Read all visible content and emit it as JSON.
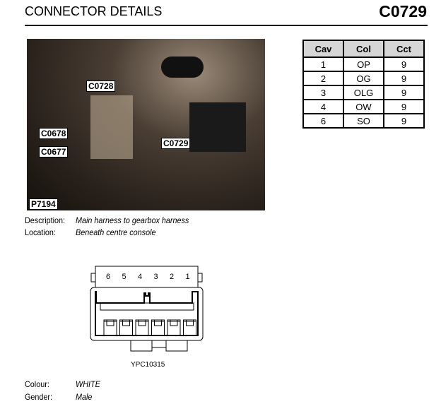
{
  "header": {
    "title": "CONNECTOR DETAILS",
    "connector_id": "C0729"
  },
  "photo": {
    "labels": [
      "C0728",
      "C0678",
      "C0677",
      "C0729",
      "P7194"
    ]
  },
  "pin_table": {
    "headers": [
      "Cav",
      "Col",
      "Cct"
    ],
    "rows": [
      [
        "1",
        "OP",
        "9"
      ],
      [
        "2",
        "OG",
        "9"
      ],
      [
        "3",
        "OLG",
        "9"
      ],
      [
        "4",
        "OW",
        "9"
      ],
      [
        "6",
        "SO",
        "9"
      ]
    ]
  },
  "details": {
    "description_label": "Description:",
    "description": "Main harness to gearbox harness",
    "location_label": "Location:",
    "location": "Beneath centre console",
    "colour_label": "Colour:",
    "colour": "WHITE",
    "gender_label": "Gender:",
    "gender": "Male"
  },
  "diagram": {
    "pin_numbers": [
      "6",
      "5",
      "4",
      "3",
      "2",
      "1"
    ],
    "reference": "YPC10315"
  }
}
